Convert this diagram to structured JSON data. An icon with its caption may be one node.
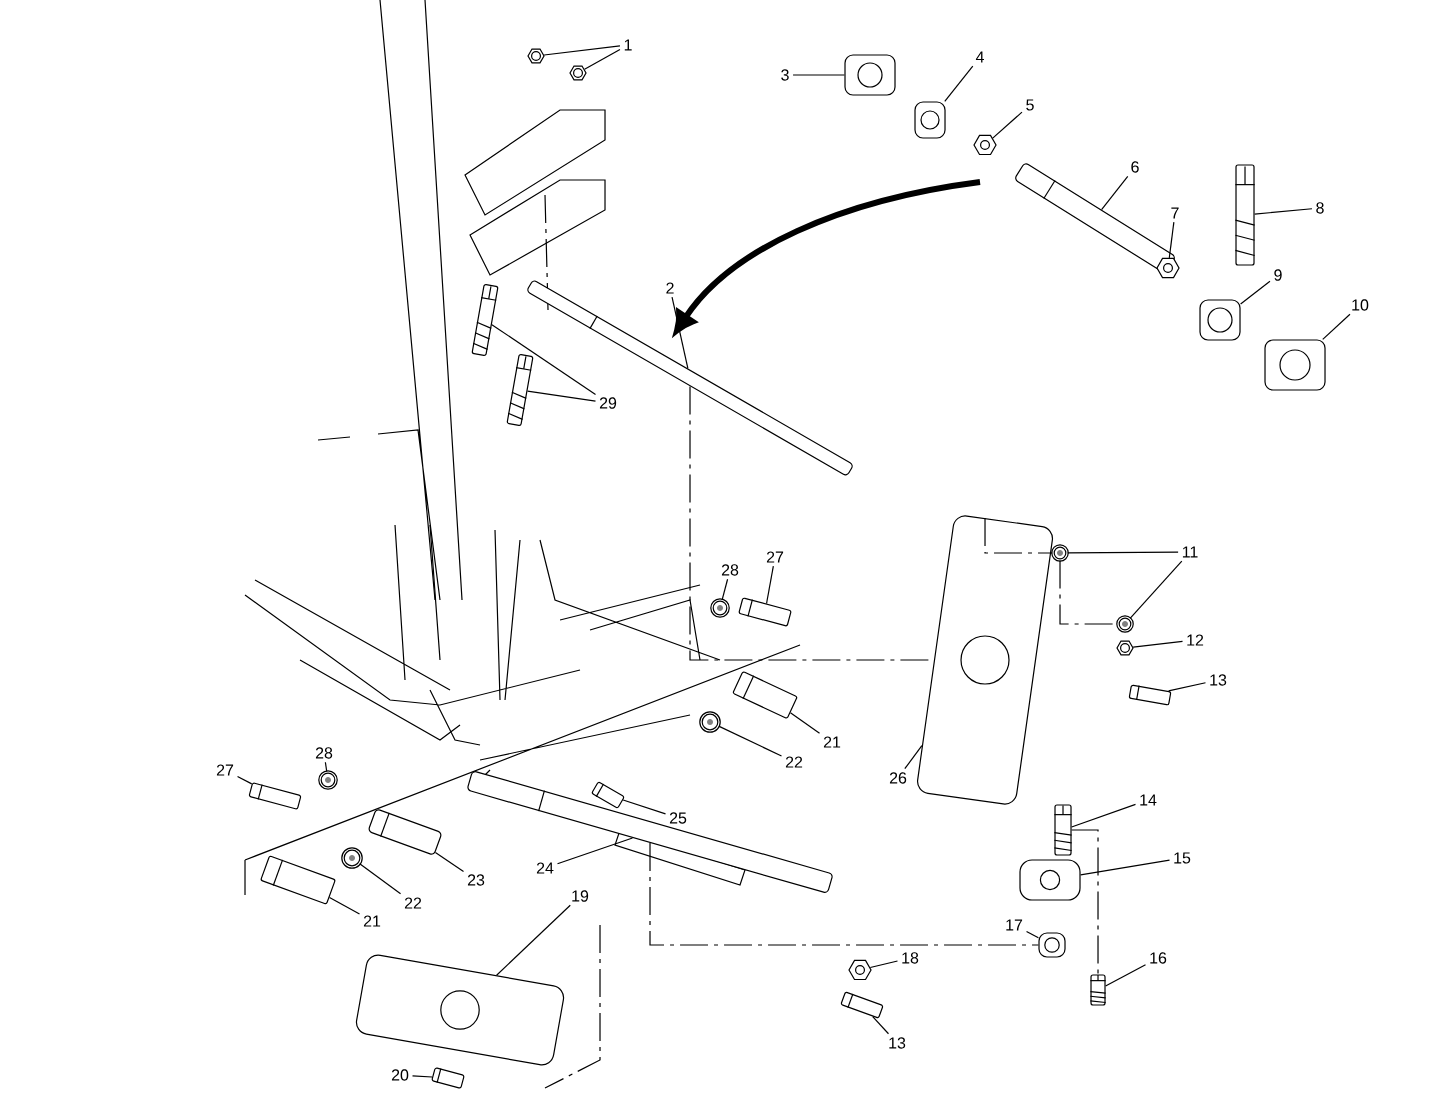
{
  "diagram": {
    "nodes": [
      {
        "text": [
          "1"
        ]
      },
      {
        "text": [
          "2"
        ]
      },
      {
        "text": [
          "3"
        ]
      },
      {
        "text": [
          "4"
        ]
      },
      {
        "text": [
          "5"
        ]
      },
      {
        "text": [
          "6"
        ]
      },
      {
        "text": [
          "7"
        ]
      },
      {
        "text": [
          "8"
        ]
      },
      {
        "text": [
          "9"
        ]
      },
      {
        "text": [
          "10"
        ]
      },
      {
        "text": [
          "11"
        ]
      },
      {
        "text": [
          "12"
        ]
      },
      {
        "text": [
          "13"
        ]
      },
      {
        "text": [
          "14"
        ]
      },
      {
        "text": [
          "15"
        ]
      },
      {
        "text": [
          "16"
        ]
      },
      {
        "text": [
          "17"
        ]
      },
      {
        "text": [
          "18"
        ]
      },
      {
        "text": [
          "13"
        ]
      },
      {
        "text": [
          "19"
        ]
      },
      {
        "text": [
          "20"
        ]
      },
      {
        "text": [
          "21"
        ]
      },
      {
        "text": [
          "22"
        ]
      },
      {
        "text": [
          "23"
        ]
      },
      {
        "text": [
          "24"
        ]
      },
      {
        "text": [
          "25"
        ]
      },
      {
        "text": [
          "26"
        ]
      },
      {
        "text": [
          "27"
        ]
      },
      {
        "text": [
          "28"
        ]
      },
      {
        "text": [
          "27"
        ]
      },
      {
        "text": [
          "28"
        ]
      },
      {
        "text": [
          "21"
        ]
      },
      {
        "text": [
          "22"
        ]
      },
      {
        "text": [
          "29"
        ]
      },
      {
        "text": [],
        "shape": "picture"
      },
      {
        "text": [],
        "shape": "picture"
      },
      {
        "text": [],
        "shape": "picture"
      },
      {
        "text": [],
        "shape": "picture"
      },
      {
        "text": [],
        "shape": "picture"
      },
      {
        "text": [],
        "shape": "picture"
      },
      {
        "text": [],
        "shape": "picture"
      },
      {
        "text": [],
        "shape": "picture"
      },
      {
        "text": [],
        "shape": "picture"
      },
      {
        "text": [],
        "shape": "picture"
      },
      {
        "text": [],
        "shape": "picture"
      },
      {
        "text": [],
        "shape": "picture"
      },
      {
        "text": [],
        "shape": "picture"
      },
      {
        "text": [],
        "shape": "picture"
      },
      {
        "text": [],
        "shape": "picture"
      },
      {
        "text": [],
        "shape": "picture"
      },
      {
        "text": [],
        "shape": "picture"
      },
      {
        "text": [],
        "shape": "picture"
      },
      {
        "text": [],
        "shape": "picture"
      },
      {
        "text": [],
        "shape": "picture"
      },
      {
        "text": [],
        "shape": "picture"
      },
      {
        "text": [],
        "shape": "picture"
      },
      {
        "text": [],
        "shape": "picture"
      },
      {
        "text": [],
        "shape": "picture"
      },
      {
        "text": [],
        "shape": "picture"
      },
      {
        "text": [],
        "shape": "picture"
      },
      {
        "text": [],
        "shape": "picture"
      },
      {
        "text": [],
        "shape": "picture"
      },
      {
        "text": [],
        "shape": "picture"
      },
      {
        "text": [],
        "shape": "picture"
      },
      {
        "text": [],
        "shape": "picture"
      },
      {
        "text": [],
        "shape": "picture"
      },
      {
        "text": [],
        "shape": "picture"
      },
      {
        "text": [],
        "shape": "picture"
      },
      {
        "text": [],
        "shape": "picture"
      },
      {
        "text": [],
        "shape": "picture"
      },
      {
        "text": [],
        "shape": "picture"
      }
    ],
    "edges": [
      {
        "from": 0,
        "to": 34,
        "arrow": "none"
      },
      {
        "from": 0,
        "to": 35,
        "arrow": "none"
      },
      {
        "from": 1,
        "to": 36,
        "arrow": "none"
      },
      {
        "from": 2,
        "to": 37,
        "arrow": "none"
      },
      {
        "from": 3,
        "to": 38,
        "arrow": "none"
      },
      {
        "from": 4,
        "to": 39,
        "arrow": "none"
      },
      {
        "from": 5,
        "to": 40,
        "arrow": "none"
      },
      {
        "from": 6,
        "to": 41,
        "arrow": "none"
      },
      {
        "from": 7,
        "to": 42,
        "arrow": "none"
      },
      {
        "from": 8,
        "to": 43,
        "arrow": "none"
      },
      {
        "from": 9,
        "to": 44,
        "arrow": "none"
      },
      {
        "from": 10,
        "to": 45,
        "arrow": "none"
      },
      {
        "from": 10,
        "to": 46,
        "arrow": "none"
      },
      {
        "from": 11,
        "to": 47,
        "arrow": "none"
      },
      {
        "from": 12,
        "to": 48,
        "arrow": "none"
      },
      {
        "from": 13,
        "to": 49,
        "arrow": "none"
      },
      {
        "from": 14,
        "to": 50,
        "arrow": "none"
      },
      {
        "from": 15,
        "to": 51,
        "arrow": "none"
      },
      {
        "from": 16,
        "to": 52,
        "arrow": "none"
      },
      {
        "from": 17,
        "to": 53,
        "arrow": "none"
      },
      {
        "from": 18,
        "to": 54,
        "arrow": "none"
      },
      {
        "from": 19,
        "to": 55,
        "arrow": "none"
      },
      {
        "from": 20,
        "to": 56,
        "arrow": "none"
      },
      {
        "from": 21,
        "to": 57,
        "arrow": "none"
      },
      {
        "from": 22,
        "to": 58,
        "arrow": "none"
      },
      {
        "from": 23,
        "to": 59,
        "arrow": "none"
      },
      {
        "from": 24,
        "to": 60,
        "arrow": "none"
      },
      {
        "from": 25,
        "to": 61,
        "arrow": "none"
      },
      {
        "from": 26,
        "to": 62,
        "arrow": "none"
      },
      {
        "from": 27,
        "to": 63,
        "arrow": "none"
      },
      {
        "from": 28,
        "to": 64,
        "arrow": "none"
      },
      {
        "from": 29,
        "to": 65,
        "arrow": "none"
      },
      {
        "from": 30,
        "to": 66,
        "arrow": "none"
      },
      {
        "from": 31,
        "to": 67,
        "arrow": "none"
      },
      {
        "from": 32,
        "to": 68,
        "arrow": "none"
      },
      {
        "from": 33,
        "to": 69,
        "arrow": "none"
      },
      {
        "from": 33,
        "to": 70,
        "arrow": "none"
      },
      {
        "from": 36,
        "to": 62,
        "arrow": "none",
        "style": "dashed"
      },
      {
        "from": 62,
        "to": 45,
        "arrow": "none",
        "style": "dashed"
      },
      {
        "from": 45,
        "to": 46,
        "arrow": "none",
        "style": "dashed"
      },
      {
        "from": 49,
        "to": 51,
        "arrow": "none",
        "style": "dashed"
      },
      {
        "from": 60,
        "to": 52,
        "arrow": "none",
        "style": "dashed"
      }
    ]
  }
}
